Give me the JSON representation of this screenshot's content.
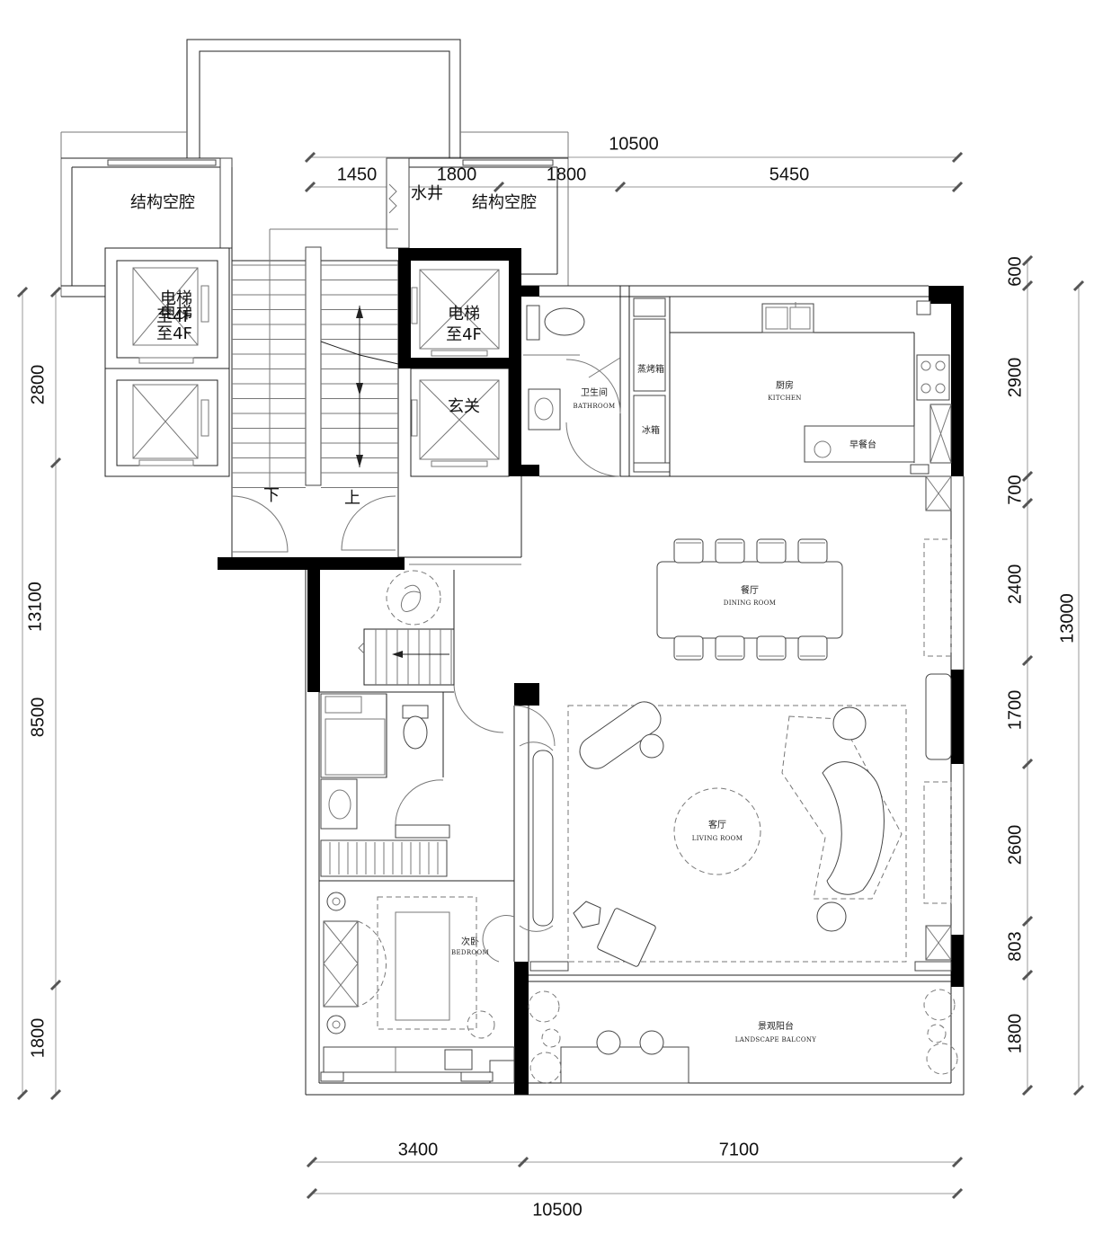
{
  "dimensions": {
    "top_total": "10500",
    "top_segments": [
      "1450",
      "1800",
      "1800",
      "5450"
    ],
    "right_segments": [
      "600",
      "2900",
      "700",
      "2400",
      "1700",
      "2600",
      "803",
      "1800"
    ],
    "right_total": "13000",
    "left_segments": [
      "2800",
      "8500",
      "1800"
    ],
    "left_total": "13100",
    "bottom_segments": [
      "3400",
      "7100"
    ],
    "bottom_total": "10500"
  },
  "labels": {
    "structural_cavity_left": "结构空腔",
    "water_shaft": "水井",
    "structural_cavity_right": "结构空腔",
    "elevator_left_1": {
      "name": "电梯",
      "dest": "至4F"
    },
    "elevator_left_2": {
      "name": "电梯",
      "dest": "至4F"
    },
    "elevator_right": {
      "name": "电梯",
      "dest": "至4F"
    },
    "foyer": "玄关",
    "stair_down": "下",
    "stair_up": "上",
    "bathroom": {
      "zh": "卫生间",
      "en": "BATHROOM"
    },
    "steam_oven": "蒸烤箱",
    "fridge": "冰箱",
    "kitchen": {
      "zh": "厨房",
      "en": "KITCHEN"
    },
    "breakfast_bar": "早餐台",
    "dining_room": {
      "zh": "餐厅",
      "en": "DINING ROOM"
    },
    "living_room": {
      "zh": "客厅",
      "en": "LIVING ROOM"
    },
    "bedroom": {
      "zh": "次卧",
      "en": "BEDROOM"
    },
    "landscape_balcony": {
      "zh": "景观阳台",
      "en": "LANDSCAPE BALCONY"
    }
  }
}
